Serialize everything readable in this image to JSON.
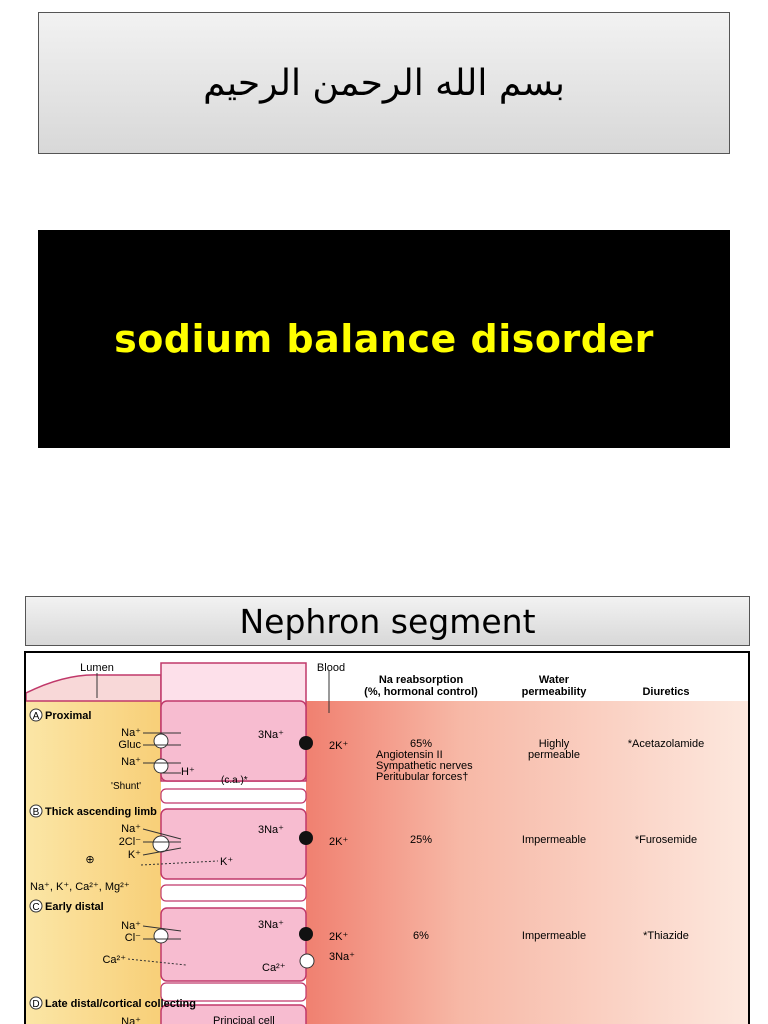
{
  "header": {
    "basmala": "بسم الله الرحمن الرحيم"
  },
  "title_slide": {
    "title": "sodium  balance disorder"
  },
  "section": {
    "title": "Nephron segment"
  },
  "diagram": {
    "lumen_label": "Lumen",
    "blood_label": "Blood",
    "col_na": [
      "Na reabsorption",
      "(%, hormonal control)"
    ],
    "col_water": [
      "Water",
      "permeability"
    ],
    "col_diuretics": "Diuretics",
    "segments": [
      {
        "letter": "A",
        "name": "Proximal",
        "ions": [
          "Na⁺",
          "Gluc",
          "Na⁺",
          "'Shunt'"
        ],
        "h": "H⁺",
        "ca": "(c.a.)*",
        "pump_na": "3Na⁺",
        "pump_k": "2K⁺",
        "na": "65%",
        "controls": [
          "Angiotensin II",
          "Sympathetic nerves",
          "Peritubular forces†"
        ],
        "water": [
          "Highly",
          "permeable"
        ],
        "diuretic": "*Acetazolamide"
      },
      {
        "letter": "B",
        "name": "Thick ascending limb",
        "ions": [
          "Na⁺",
          "2Cl⁻",
          "K⁺"
        ],
        "kout": "K⁺",
        "plus": "⊕",
        "pump_na": "3Na⁺",
        "pump_k": "2K⁺",
        "na": "25%",
        "water": "Impermeable",
        "diuretic": "*Furosemide",
        "paracellular": "Na⁺, K⁺, Ca²⁺, Mg²⁺"
      },
      {
        "letter": "C",
        "name": "Early distal",
        "ions": [
          "Na⁺",
          "Cl⁻",
          "Ca²⁺"
        ],
        "ca_in": "Ca²⁺",
        "na3": "3Na⁺",
        "pump_na": "3Na⁺",
        "pump_k": "2K⁺",
        "na": "6%",
        "water": "Impermeable",
        "diuretic": "*Thiazide"
      },
      {
        "letter": "D",
        "name": "Late distal/cortical collecting",
        "ions": [
          "Na⁺"
        ],
        "cell": "Principal cell"
      }
    ]
  }
}
